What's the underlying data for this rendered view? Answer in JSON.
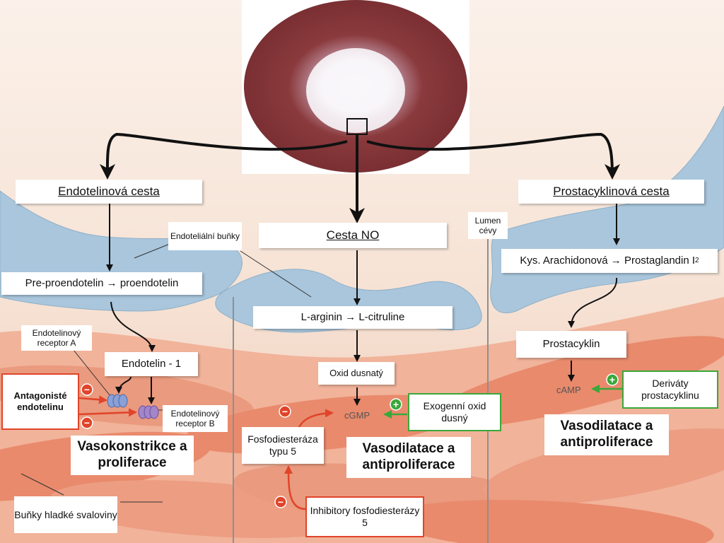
{
  "pathways": {
    "endothelin": {
      "title": "Endotelinová cesta",
      "step1": "Pre-proendotelin → proendotelin",
      "step2": "Endotelin - 1",
      "receptor_a": "Endotelinový receptor A",
      "receptor_b": "Endotelinový receptor B",
      "antagonists": "Antagonisté endotelinu",
      "effect": "Vasokonstrikce a proliferace"
    },
    "no": {
      "title": "Cesta NO",
      "step1": "L-arginin → L-citruline",
      "step2": "Oxid dusnatý",
      "messenger": "cGMP",
      "exogenous": "Exogenní oxid dusný",
      "pde5": "Fosfodiesteráza typu 5",
      "pde5_inhibitors": "Inhibitory fosfodiesterázy 5",
      "effect": "Vasodilatace a antiproliferace"
    },
    "prostacyclin": {
      "title": "Prostacyklinová cesta",
      "step1_main": "Kys. Arachidonová → Prostaglandin I",
      "step1_sub": "2",
      "step2": "Prostacyklin",
      "messenger": "cAMP",
      "derivatives": "Deriváty prostacyklinu",
      "effect": "Vasodilatace a antiproliferace"
    }
  },
  "labels": {
    "endothelial_cells": "Endoteliální buňky",
    "lumen": "Lumen cévy",
    "smooth_muscle": "Buňky hladké svaloviny"
  },
  "signs": {
    "minus": "−",
    "plus": "+"
  },
  "colors": {
    "inhibition_red": "#e0442a",
    "stimulation_green": "#3aa83a",
    "endothelium_blue": "#a9c6dc",
    "smooth_muscle_salmon": "#e98a6c",
    "vessel_wall": "#8a3a3c"
  }
}
